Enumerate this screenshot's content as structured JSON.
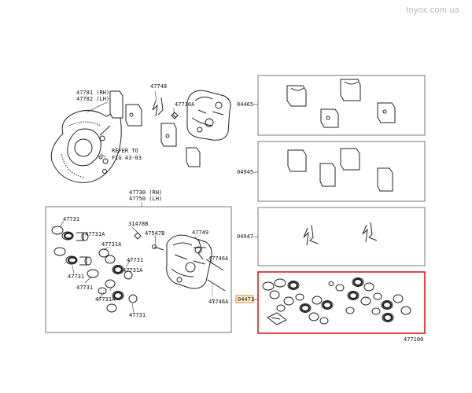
{
  "watermark": "toyox.com.ua",
  "diagram_number": "477100",
  "top_group": {
    "backplate_rh": "47781 (RH)",
    "backplate_lh": "47782 (LH)",
    "spring": "47748",
    "bleeder": "47710A",
    "refer_line1": "REFER TO",
    "refer_line2": "FIG 43-03"
  },
  "caliper_group": {
    "assy_rh": "47730 (RH)",
    "assy_lh": "47750 (LH)",
    "labels": [
      "47731",
      "47731A",
      "47731A",
      "47731",
      "47731A",
      "47731",
      "47731",
      "47731A",
      "47731",
      "31478B",
      "47547B",
      "47749",
      "47746A",
      "47746A"
    ]
  },
  "kits": [
    {
      "code": "04465",
      "content": "brake pads"
    },
    {
      "code": "04945",
      "content": "anti-squeal shims"
    },
    {
      "code": "04947",
      "content": "pad support springs"
    },
    {
      "code": "04471",
      "content": "cylinder seal kit",
      "highlighted": true
    }
  ],
  "colors": {
    "highlight_frame": "#e0191d",
    "highlight_code": "#e08a1d"
  }
}
